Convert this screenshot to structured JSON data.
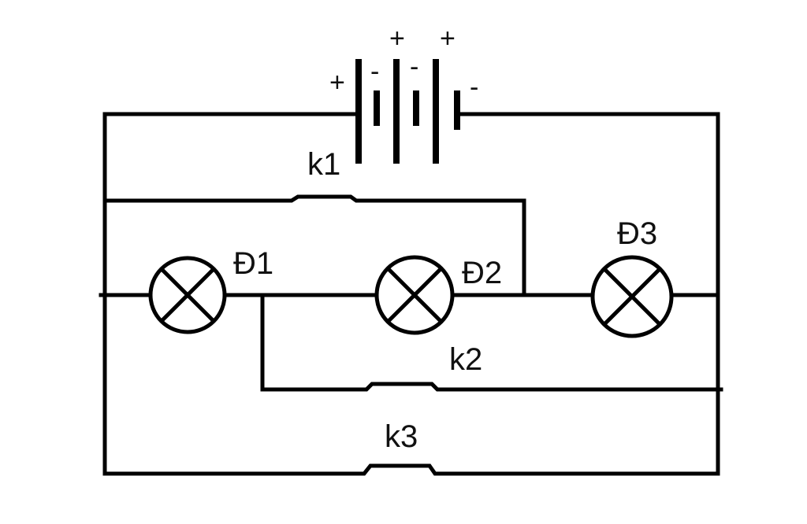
{
  "labels": {
    "k1": "k1",
    "k2": "k2",
    "k3": "k3",
    "d1": "Đ1",
    "d2": "Đ2",
    "d3": "Đ3"
  },
  "battery_signs": {
    "plus_1": "+",
    "plus_2": "+",
    "plus_3": "+",
    "minus_1": "-",
    "minus_2": "-",
    "minus_3": "-"
  },
  "colors": {
    "ink": "#000000",
    "background": "#ffffff"
  }
}
